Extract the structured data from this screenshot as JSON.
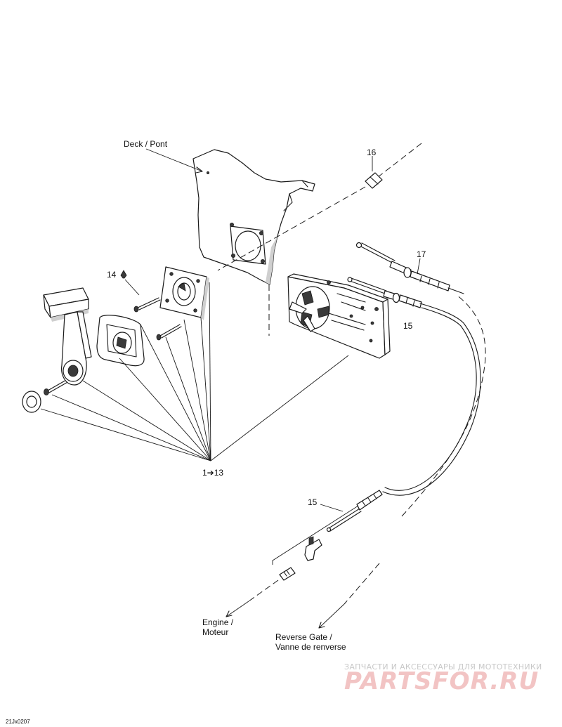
{
  "labels": {
    "deck": "Deck / Pont",
    "part16": "16",
    "part17": "17",
    "part15_upper": "15",
    "part15_lower": "15",
    "part14": "14",
    "range": "1➔13",
    "engine_1": "Engine /",
    "engine_2": "Moteur",
    "reverse_1": "Reverse Gate /",
    "reverse_2": "Vanne de renverse",
    "drawing_code": "21Jx0207"
  },
  "watermark": {
    "caption": "ЗАПЧАСТИ И АКСЕССУАРЫ ДЛЯ МОТОТЕХНИКИ",
    "logo": "PARTSFOR.RU",
    "logo_color": "#f2c4c4",
    "caption_color": "#c8c8c8"
  },
  "icons": {
    "part14_marker": "arrow-up-icon"
  }
}
